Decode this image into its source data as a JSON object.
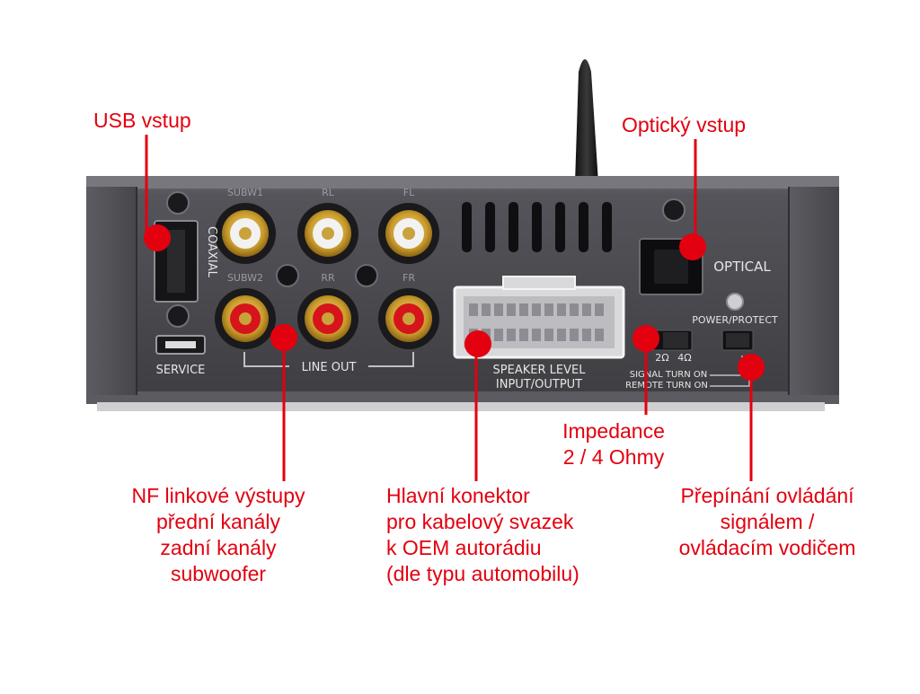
{
  "callouts": {
    "usb": [
      "USB vstup"
    ],
    "optical": [
      "Optický vstup"
    ],
    "impedance": [
      "Impedance",
      "2 / 4 Ohmy"
    ],
    "line_out": [
      "NF linkové výstupy",
      "přední kanály",
      "zadní kanály",
      "subwoofer"
    ],
    "connector": [
      "Hlavní konektor",
      "pro kabelový svazek",
      "k OEM autorádiu",
      "(dle typu automobilu)"
    ],
    "switch": [
      "Přepínání ovládání",
      "signálem /",
      "ovládacím vodičem"
    ]
  },
  "panel_labels": {
    "subw1": "SUBW1",
    "rl": "RL",
    "fl": "FL",
    "subw2": "SUBW2",
    "rr": "RR",
    "fr": "FR",
    "coaxial": "COAXIAL",
    "service": "SERVICE",
    "line_out": "LINE OUT",
    "speaker_level": "SPEAKER LEVEL",
    "input_output": "INPUT/OUTPUT",
    "optical": "OPTICAL",
    "power_protect": "POWER/PROTECT",
    "ohm2": "2Ω",
    "ohm4": "4Ω",
    "signal_turn_on": "SIGNAL TURN ON",
    "remote_turn_on": "REMOTE TURN ON"
  },
  "colors": {
    "callout": "#e3000f",
    "chassis": "#4a4a4f",
    "rca_red": "#d6141c",
    "rca_white": "#f2f2f2",
    "gold": "#c9a23a"
  }
}
